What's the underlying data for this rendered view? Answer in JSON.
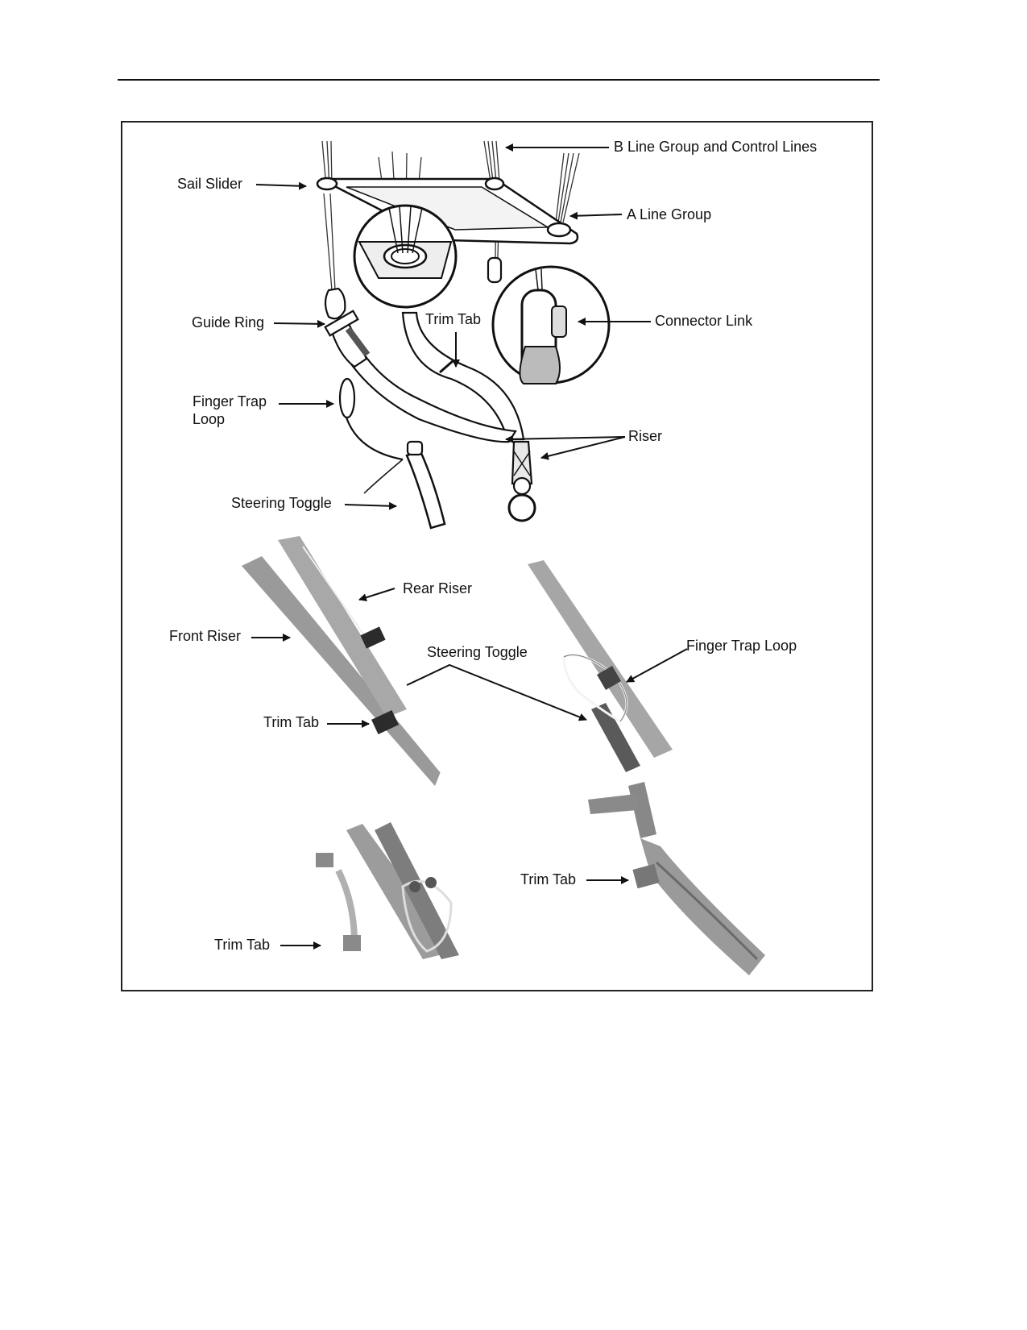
{
  "figure": {
    "labels": {
      "b_line_group": "B Line Group and Control Lines",
      "sail_slider": "Sail Slider",
      "a_line_group": "A Line Group",
      "guide_ring": "Guide Ring",
      "trim_tab_top": "Trim Tab",
      "connector_link": "Connector Link",
      "finger_trap_loop_line1": "Finger Trap",
      "finger_trap_loop_line2": "Loop",
      "riser": "Riser",
      "steering_toggle_top": "Steering Toggle",
      "rear_riser": "Rear Riser",
      "front_riser": "Front Riser",
      "steering_toggle_mid": "Steering Toggle",
      "finger_trap_loop_mid": "Finger Trap Loop",
      "trim_tab_mid": "Trim Tab",
      "trim_tab_lower_right": "Trim Tab",
      "trim_tab_lower_left": "Trim Tab"
    },
    "colors": {
      "ink": "#111111",
      "webbing": "#9a9a9a",
      "webbing_dark": "#555555",
      "buckle": "#2b2b2b"
    }
  }
}
